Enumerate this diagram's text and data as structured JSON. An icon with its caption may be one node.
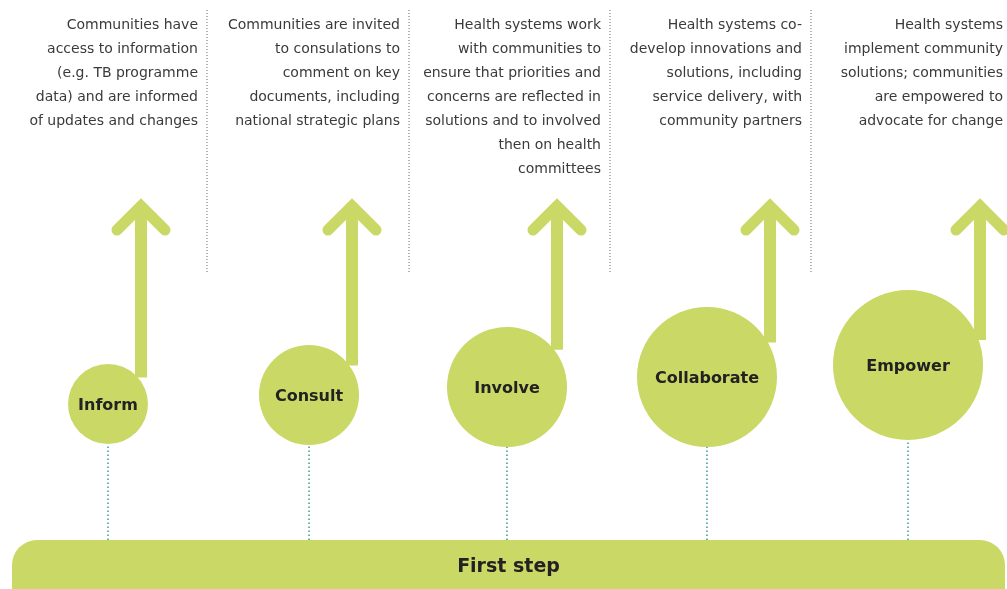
{
  "diagram": {
    "nodes": [
      {
        "text": [
          "Communities have access to information (e.g. TB programme data) and are informed of updates and changes"
        ]
      },
      {
        "text": [
          "Communities are invited to consulations to comment on key documents, including national strategic plans"
        ]
      },
      {
        "text": [
          "Health systems work with communities to ensure that priorities and concerns are reflected in solutions and to involved then on health committees"
        ]
      },
      {
        "text": [
          "Health systems co-develop innovations and solutions, including service delivery, with community partners"
        ]
      },
      {
        "text": [
          "Health systems implement community solutions; communities are empowered to advocate for change"
        ]
      },
      {
        "text": [
          "Inform"
        ]
      },
      {
        "text": [
          "Consult"
        ]
      },
      {
        "text": [
          "Involve"
        ]
      },
      {
        "text": [
          "Collaborate"
        ]
      },
      {
        "text": [
          "Empower"
        ]
      },
      {
        "text": [
          "First step"
        ]
      }
    ],
    "edges": [
      {
        "from": 5,
        "to": 0,
        "arrow": "to",
        "style": "thick"
      },
      {
        "from": 6,
        "to": 1,
        "arrow": "to",
        "style": "thick"
      },
      {
        "from": 7,
        "to": 2,
        "arrow": "to",
        "style": "thick"
      },
      {
        "from": 8,
        "to": 3,
        "arrow": "to",
        "style": "thick"
      },
      {
        "from": 9,
        "to": 4,
        "arrow": "to",
        "style": "thick"
      },
      {
        "from": 10,
        "to": 5,
        "arrow": "none",
        "style": "dashed",
        "color": "#3a9b8c"
      },
      {
        "from": 10,
        "to": 6,
        "arrow": "none",
        "style": "dashed",
        "color": "#3a9b8c"
      },
      {
        "from": 10,
        "to": 7,
        "arrow": "none",
        "style": "dashed",
        "color": "#3a9b8c"
      },
      {
        "from": 10,
        "to": 8,
        "arrow": "none",
        "style": "dashed",
        "color": "#3a9b8c"
      },
      {
        "from": 10,
        "to": 9,
        "arrow": "none",
        "style": "dashed",
        "color": "#3a9b8c"
      }
    ]
  }
}
